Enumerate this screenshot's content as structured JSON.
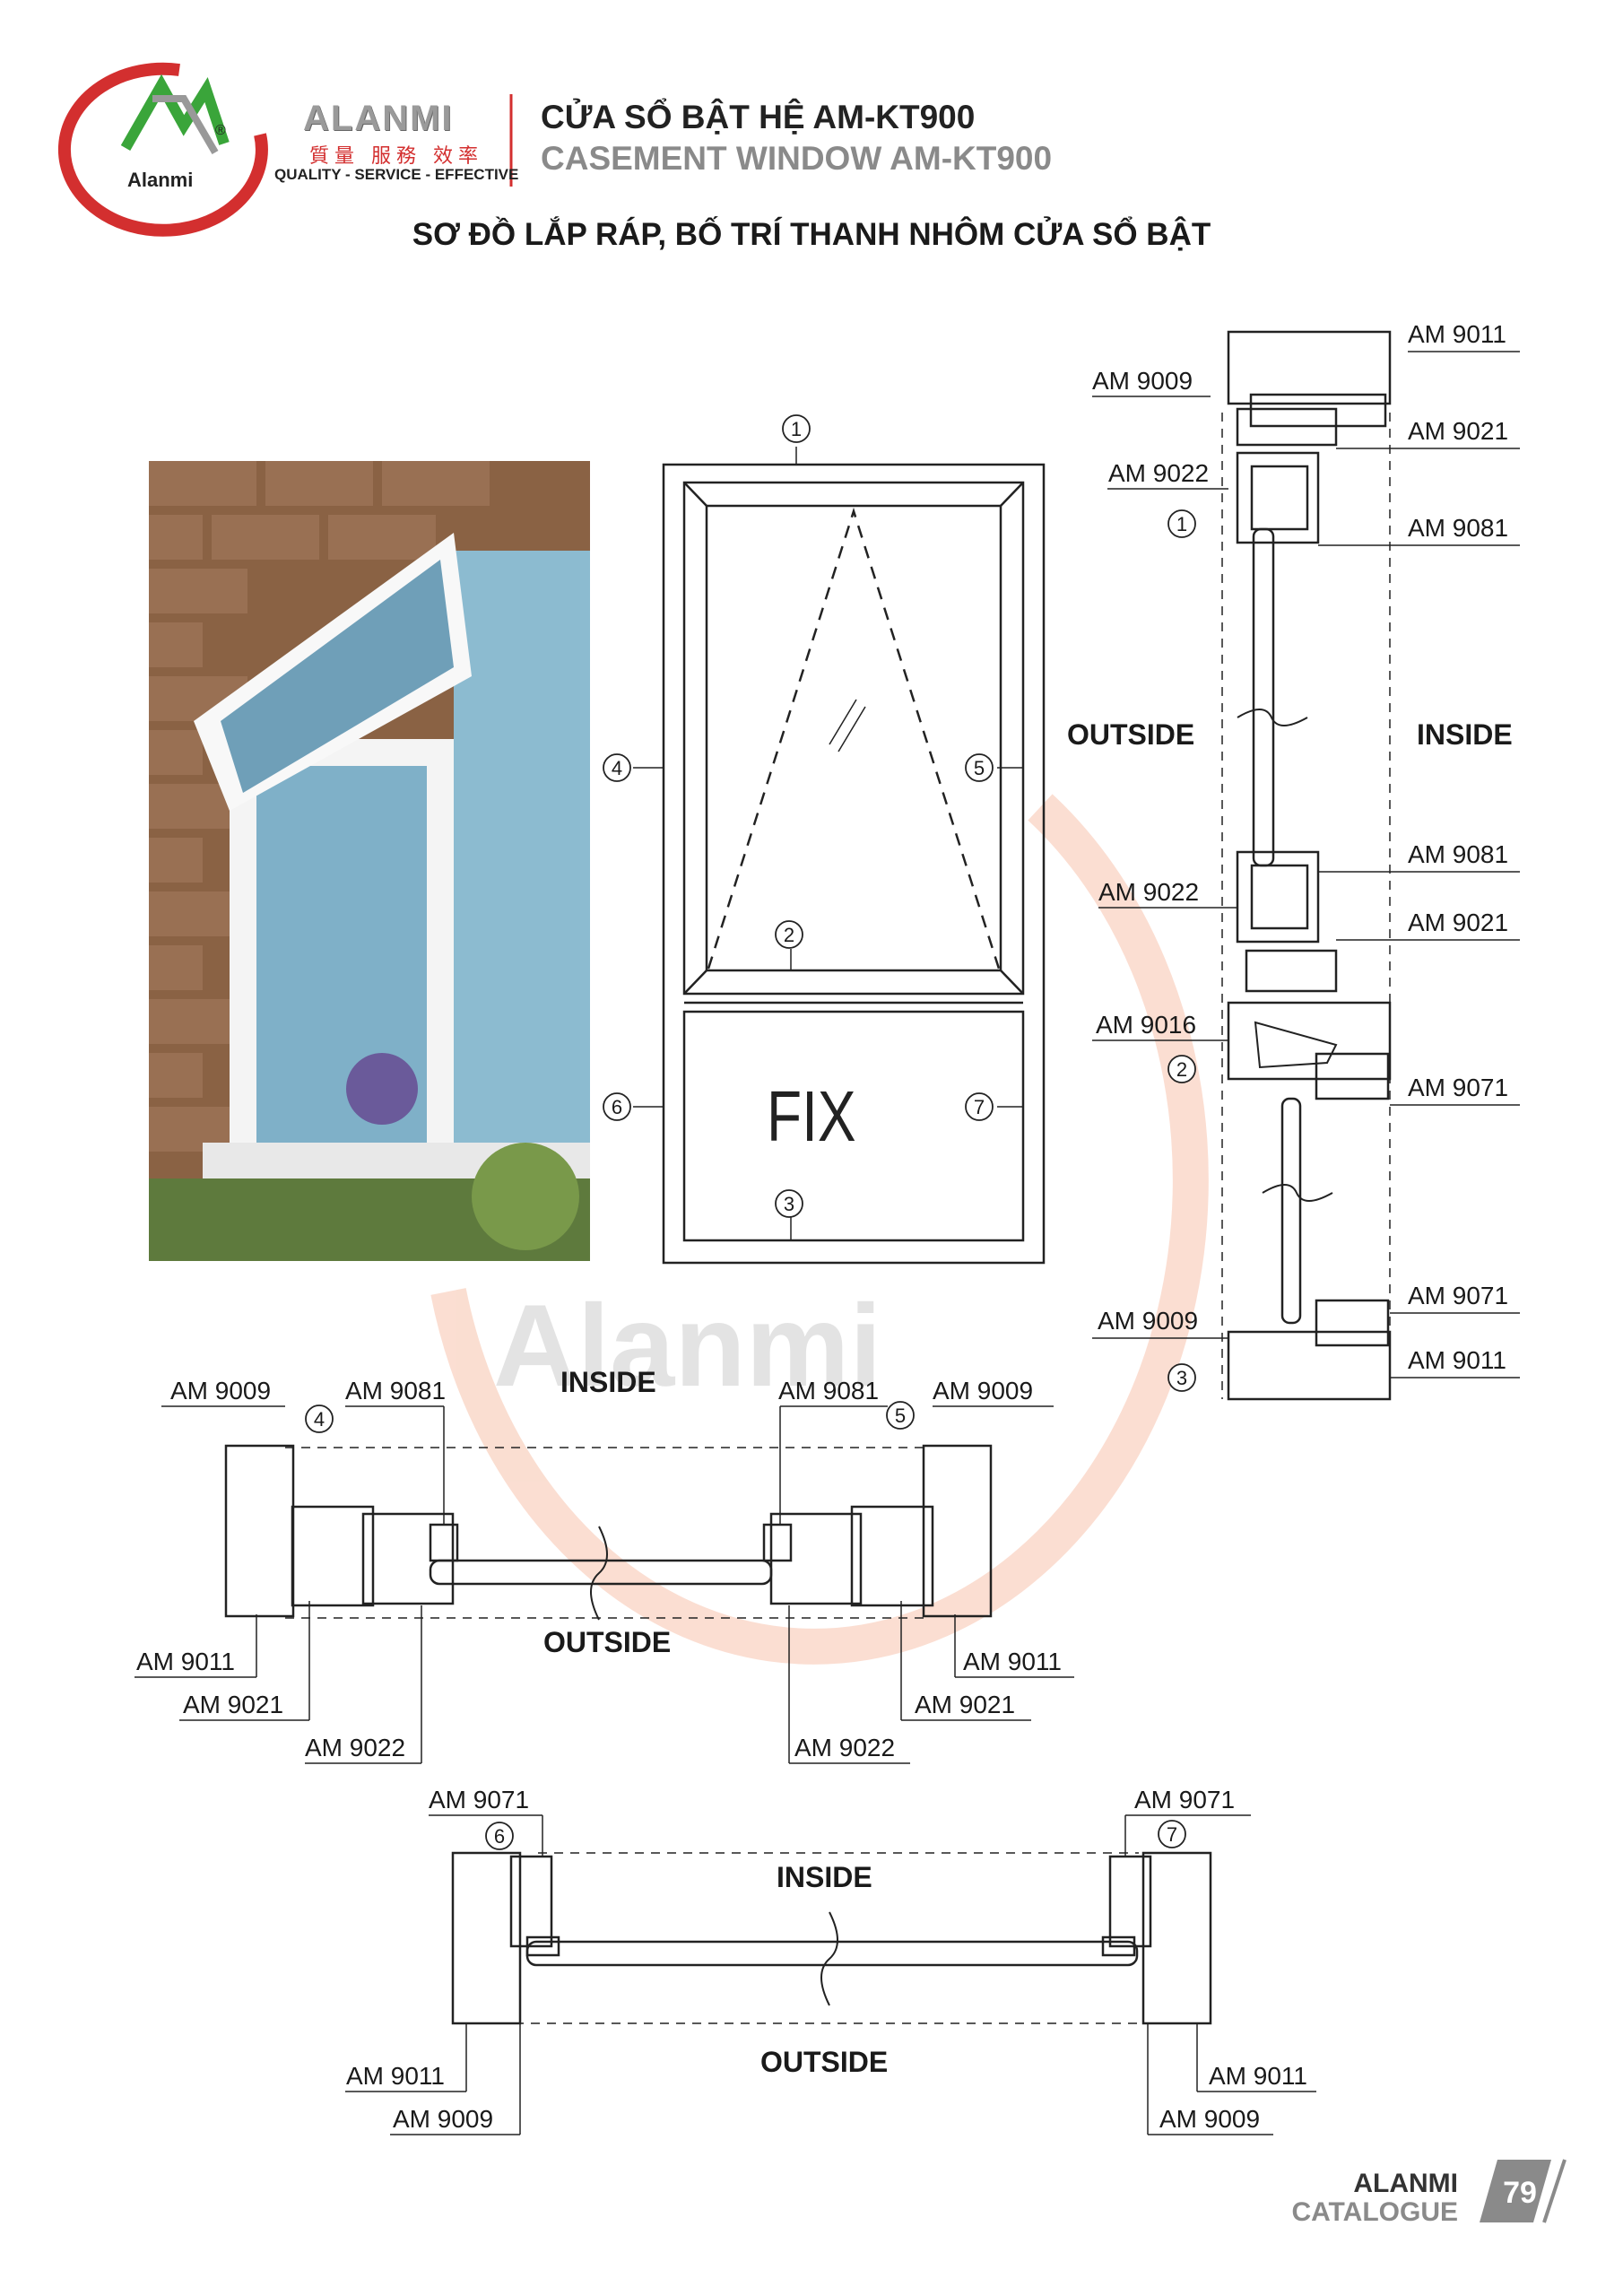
{
  "header": {
    "logo_text": "Alanmi",
    "brand_name": "ALANMI",
    "brand_chinese": "質量 服務 效率",
    "slogan": "QUALITY - SERVICE - EFFECTIVE",
    "title_vn": "CỬA SỔ BẬT HỆ AM-KT900",
    "title_en": "CASEMENT WINDOW AM-KT900"
  },
  "page_heading": "SƠ ĐỒ LẮP RÁP, BỐ TRÍ THANH NHÔM CỬA SỔ BẬT",
  "elevation": {
    "fix_label": "FIX",
    "markers": [
      "1",
      "2",
      "3",
      "4",
      "5",
      "6",
      "7"
    ]
  },
  "vertical_section": {
    "outside": "OUTSIDE",
    "inside": "INSIDE",
    "labels": [
      "AM 9011",
      "AM 9009",
      "AM 9021",
      "AM 9022",
      "AM 9081",
      "AM 9081",
      "AM 9022",
      "AM 9021",
      "AM 9016",
      "AM 9071",
      "AM 9071",
      "AM 9009",
      "AM 9011"
    ],
    "markers": [
      "1",
      "2",
      "3"
    ]
  },
  "horizontal_section_top": {
    "inside": "INSIDE",
    "outside": "OUTSIDE",
    "top_labels": [
      "AM 9009",
      "AM 9081",
      "AM 9081",
      "AM 9009"
    ],
    "bottom_labels": [
      "AM 9011",
      "AM 9021",
      "AM 9022",
      "AM 9022",
      "AM 9021",
      "AM 9011"
    ],
    "markers": [
      "4",
      "5"
    ]
  },
  "horizontal_section_bottom": {
    "inside": "INSIDE",
    "outside": "OUTSIDE",
    "top_labels": [
      "AM 9071",
      "AM 9071"
    ],
    "bottom_labels": [
      "AM 9011",
      "AM 9009",
      "AM 9011",
      "AM 9009"
    ],
    "markers": [
      "6",
      "7"
    ]
  },
  "watermark_text": "Alanmi",
  "footer": {
    "brand": "ALANMI",
    "catalogue": "CATALOGUE",
    "page_number": "79"
  }
}
